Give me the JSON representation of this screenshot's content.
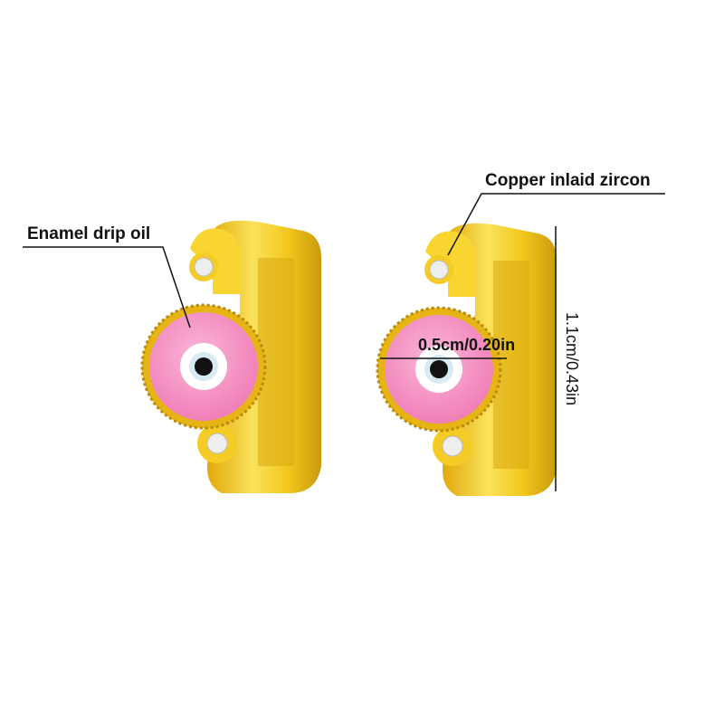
{
  "labels": {
    "enamel": "Enamel drip oil",
    "zircon": "Copper inlaid zircon",
    "width": "0.5cm/0.20in",
    "height": "1.1cm/0.43in"
  },
  "colors": {
    "gold": "#f2c81e",
    "gold_dark": "#c99a0a",
    "enamel_pink": "#f79ac8",
    "line": "#111111"
  }
}
